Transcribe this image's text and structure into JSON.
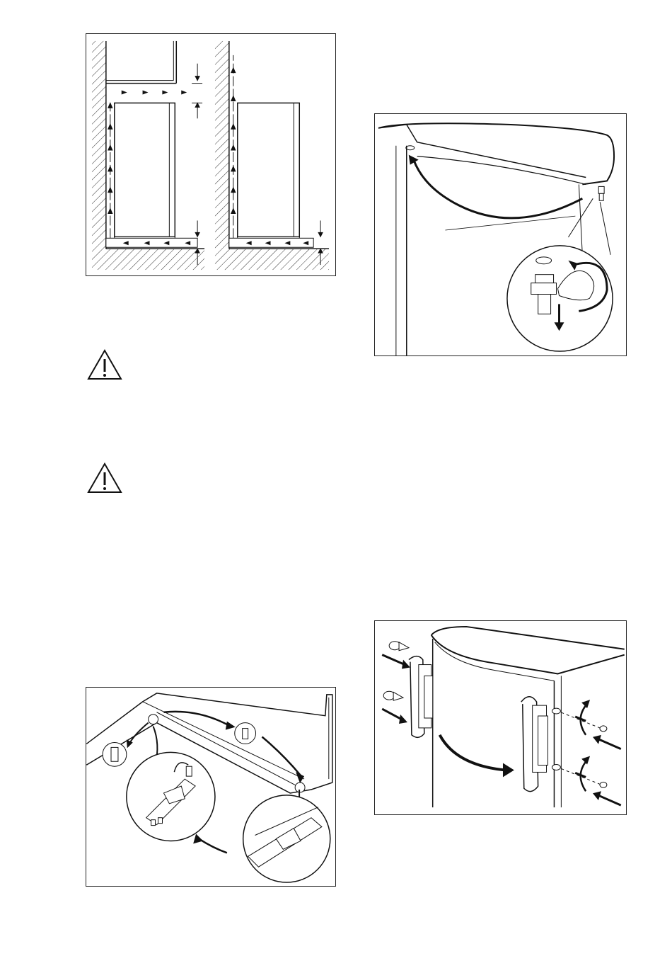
{
  "page": {
    "figures": [
      {
        "id": "ventilation",
        "icon": "ventilation-airflow-diagram"
      },
      {
        "id": "top-hinge",
        "icon": "top-hinge-removal-diagram"
      },
      {
        "id": "bottom-hinge",
        "icon": "bottom-hinge-transfer-diagram"
      },
      {
        "id": "handle",
        "icon": "handle-transfer-diagram"
      }
    ],
    "warnings": [
      {
        "icon": "warning-triangle-icon"
      },
      {
        "icon": "warning-triangle-icon"
      }
    ]
  },
  "colors": {
    "line": "#1a1a1a",
    "hatch": "#333333",
    "background": "#ffffff"
  }
}
